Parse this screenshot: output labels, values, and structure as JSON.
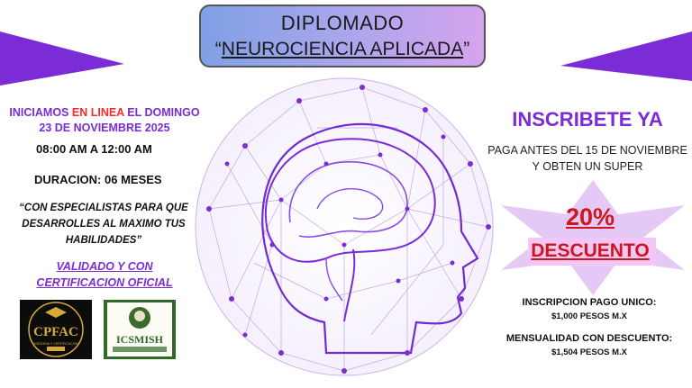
{
  "title": {
    "line1": "DIPLOMADO",
    "line2_open": "“",
    "line2_main": "NEUROCIENCIA APLICADA",
    "line2_close": "”"
  },
  "left": {
    "start_prefix": "INICIAMOS",
    "start_highlight": "EN LINEA",
    "start_suffix": "EL DOMINGO",
    "start_date": "23 DE NOVIEMBRE 2025",
    "time": "08:00 AM A 12:00 AM",
    "duration": "DURACION: 06 MESES",
    "quote": "“CON ESPECIALISTAS PARA QUE DESARROLLES AL MAXIMO TUS HABILIDADES”",
    "validated": "VALIDADO Y CON CERTIFICACION OFICIAL"
  },
  "logos": {
    "cpfac_text": "CPFAC",
    "cpfac_ring": "CENTRO PROFESIONAL DE FORMACION",
    "cpfac_sub": "ASESORIA Y CERTIFICACION",
    "icsmish_text": "ICSMISH"
  },
  "right": {
    "headline": "INSCRIBETE YA",
    "paga_line1": "PAGA ANTES DEL 15 DE NOVIEMBRE",
    "paga_line2": "Y OBTEN UN SUPER",
    "percent": "20%",
    "descuento": "DESCUENTO",
    "pago_label": "INSCRIPCION PAGO UNICO:",
    "pago_value": "$1,000 PESOS M.X",
    "mens_label": "MENSUALIDAD CON DESCUENTO:",
    "mens_value": "$1,504 PESOS M.X"
  },
  "colors": {
    "purple": "#7b2cd6",
    "red": "#ff2a2a",
    "discount_red": "#d0161c",
    "star_fill": "#e4c9f7"
  }
}
